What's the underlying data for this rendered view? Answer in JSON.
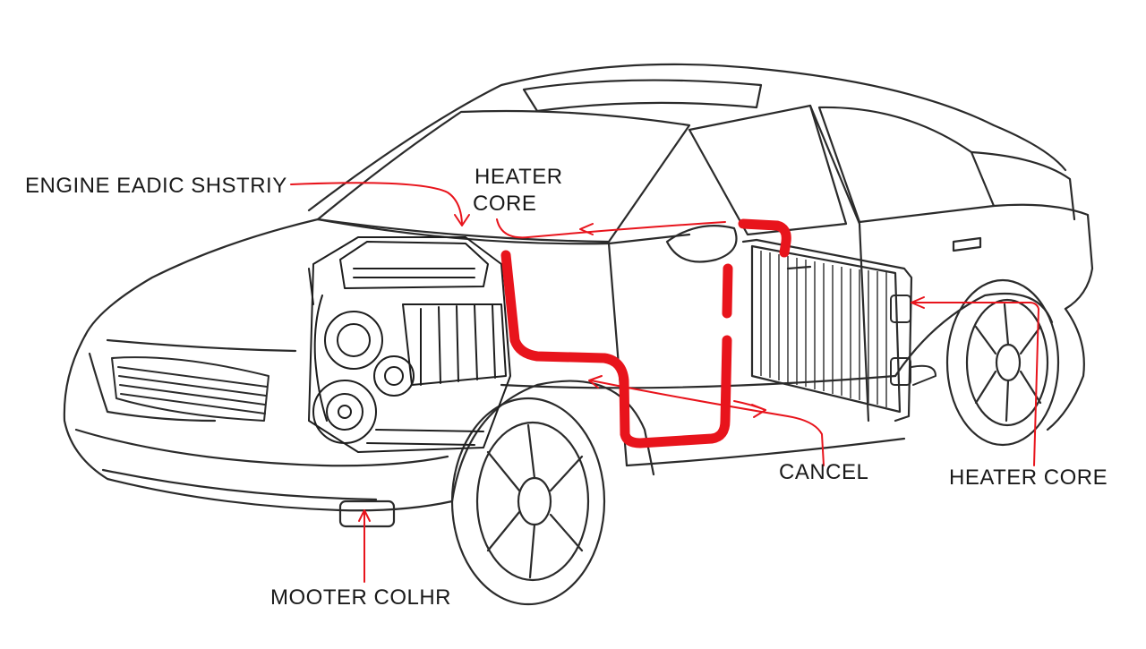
{
  "colors": {
    "line": "#2b2b2b",
    "accent": "#e8141c",
    "label": "#1a1a1a",
    "background": "#ffffff"
  },
  "labels": {
    "engine": "ENGINE EADIC SHSTRIY",
    "heater_core_top_line1": "HEATER",
    "heater_core_top_line2": "CORE",
    "cancel": "CANCEL",
    "heater_core_right": "HEATER CORE",
    "mooter": "MOOTER COLHR"
  },
  "icons": [
    "engine-icon",
    "radiator-icon",
    "car-body-icon",
    "front-wheel-icon",
    "rear-wheel-icon"
  ]
}
